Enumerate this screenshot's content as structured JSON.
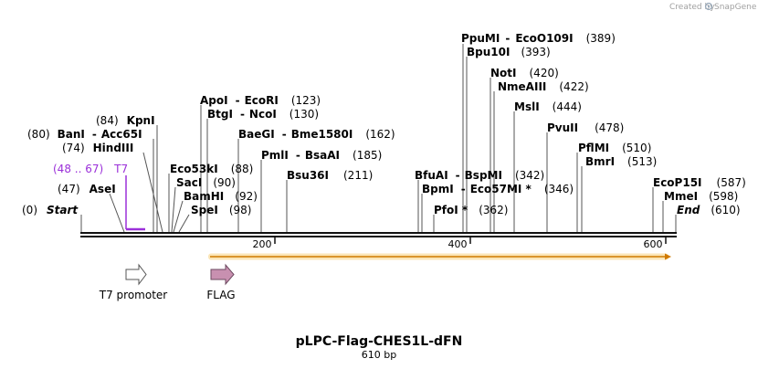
{
  "credit": {
    "text": "Created by",
    "brand": "SnapGene"
  },
  "plasmid": {
    "name": "pLPC-Flag-CHES1L-dFN",
    "length_label": "610 bp"
  },
  "sites": [
    {
      "enzyme": "PpuMI",
      "partner": "EcoO109I",
      "pos": "(389)"
    },
    {
      "enzyme": "Bpu10I",
      "pos": "(393)"
    },
    {
      "enzyme": "NotI",
      "pos": "(420)"
    },
    {
      "enzyme": "NmeAIII",
      "pos": "(422)"
    },
    {
      "enzyme": "MslI",
      "pos": "(444)"
    },
    {
      "enzyme": "PvuII",
      "pos": "(478)"
    },
    {
      "enzyme": "PflMI",
      "pos": "(510)"
    },
    {
      "enzyme": "BmrI",
      "pos": "(513)"
    },
    {
      "enzyme": "EcoP15I",
      "pos": "(587)"
    },
    {
      "enzyme": "MmeI",
      "pos": "(598)"
    },
    {
      "enzyme": "End",
      "pos": "(610)"
    },
    {
      "enzyme": "ApoI",
      "partner": "EcoRI",
      "pos": "(123)"
    },
    {
      "enzyme": "BtgI",
      "partner": "NcoI",
      "pos": "(130)"
    },
    {
      "enzyme": "BaeGI",
      "partner": "Bme1580I",
      "pos": "(162)"
    },
    {
      "enzyme": "PmlI",
      "partner": "BsaAI",
      "pos": "(185)"
    },
    {
      "enzyme": "Bsu36I",
      "pos": "(211)"
    },
    {
      "enzyme": "BfuAI",
      "partner": "BspMI",
      "pos": "(342)"
    },
    {
      "enzyme": "BpmI",
      "partner": "Eco57MI *",
      "pos": "(346)"
    },
    {
      "enzyme": "PfoI *",
      "pos": "(362)"
    },
    {
      "enzyme": "KpnI",
      "pos": "(84)"
    },
    {
      "enzyme": "BanI",
      "partner": "Acc65I",
      "pos": "(80)"
    },
    {
      "enzyme": "HindIII",
      "pos": "(74)"
    },
    {
      "enzyme": "Eco53kI",
      "pos": "(88)"
    },
    {
      "enzyme": "SacI",
      "pos": "(90)"
    },
    {
      "enzyme": "BamHI",
      "pos": "(92)"
    },
    {
      "enzyme": "SpeI",
      "pos": "(98)"
    },
    {
      "enzyme": "AseI",
      "pos": "(47)"
    },
    {
      "enzyme": "Start",
      "pos": "(0)"
    }
  ],
  "primer": {
    "name": "T7",
    "range": "(48 .. 67)",
    "color": "#9b30d9"
  },
  "ruler": {
    "ticks": [
      "200",
      "400",
      "600"
    ]
  },
  "features": [
    {
      "name": "T7 promoter",
      "color": "#ffffff"
    },
    {
      "name": "FLAG",
      "color": "#c890b0"
    }
  ],
  "orf": {
    "color": "#f0b040"
  }
}
